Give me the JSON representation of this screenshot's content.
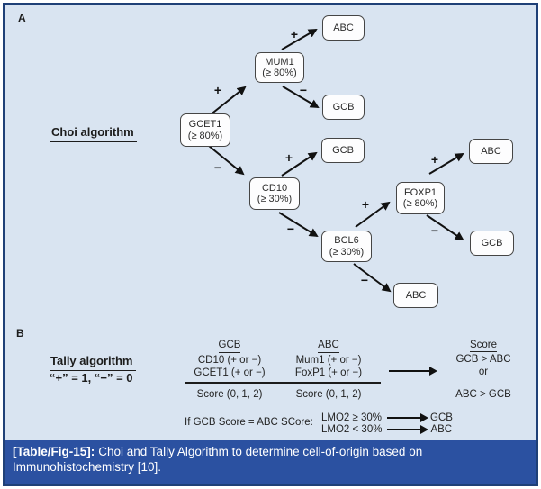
{
  "panel_a": {
    "label": "A",
    "title": "Choi algorithm",
    "nodes": {
      "gcet1_line1": "GCET1",
      "gcet1_line2": "(≥ 80%)",
      "mum1_line1": "MUM1",
      "mum1_line2": "(≥ 80%)",
      "cd10_line1": "CD10",
      "cd10_line2": "(≥ 30%)",
      "bcl6_line1": "BCL6",
      "bcl6_line2": "(≥ 30%)",
      "foxp1_line1": "FOXP1",
      "foxp1_line2": "(≥ 80%)",
      "mum1_pos_outcome": "ABC",
      "mum1_neg_outcome": "GCB",
      "cd10_pos_outcome": "GCB",
      "foxp1_pos_outcome": "ABC",
      "foxp1_neg_outcome": "GCB",
      "bcl6_neg_outcome": "ABC"
    },
    "edge_labels": {
      "plus": "+",
      "minus": "−"
    }
  },
  "panel_b": {
    "label": "B",
    "title": "Tally algorithm",
    "scoring_rule": "“+” = 1, “−” = 0",
    "gcb_column": {
      "header": "GCB",
      "rows": [
        "CD10 (+ or −)",
        "GCET1 (+ or −)"
      ],
      "score": "Score (0, 1, 2)"
    },
    "abc_column": {
      "header": "ABC",
      "rows": [
        "Mum1 (+ or −)",
        "FoxP1 (+ or −)"
      ],
      "score": "Score (0, 1, 2)"
    },
    "score_column": {
      "header": "Score",
      "line1": "GCB > ABC",
      "line2": "or",
      "line3": "ABC > GCB"
    },
    "tie_rule": {
      "condition": "If GCB Score = ABC SCore:",
      "case1_test": "LMO2 ≥ 30%",
      "case1_result": "GCB",
      "case2_test": "LMO2 < 30%",
      "case2_result": "ABC"
    }
  },
  "caption": {
    "tag": "[Table/Fig-15]:",
    "text": "Choi and Tally Algorithm to determine cell-of-origin based on Immunohistochemistry [10]."
  },
  "colors": {
    "diagram_bg": "#d9e4f1",
    "frame_border": "#1f4077",
    "caption_bg": "#2b51a1",
    "caption_text": "#ffffff",
    "node_border": "#454545",
    "node_bg": "#fdfdfe",
    "arrow": "#111111",
    "text": "#222222"
  }
}
